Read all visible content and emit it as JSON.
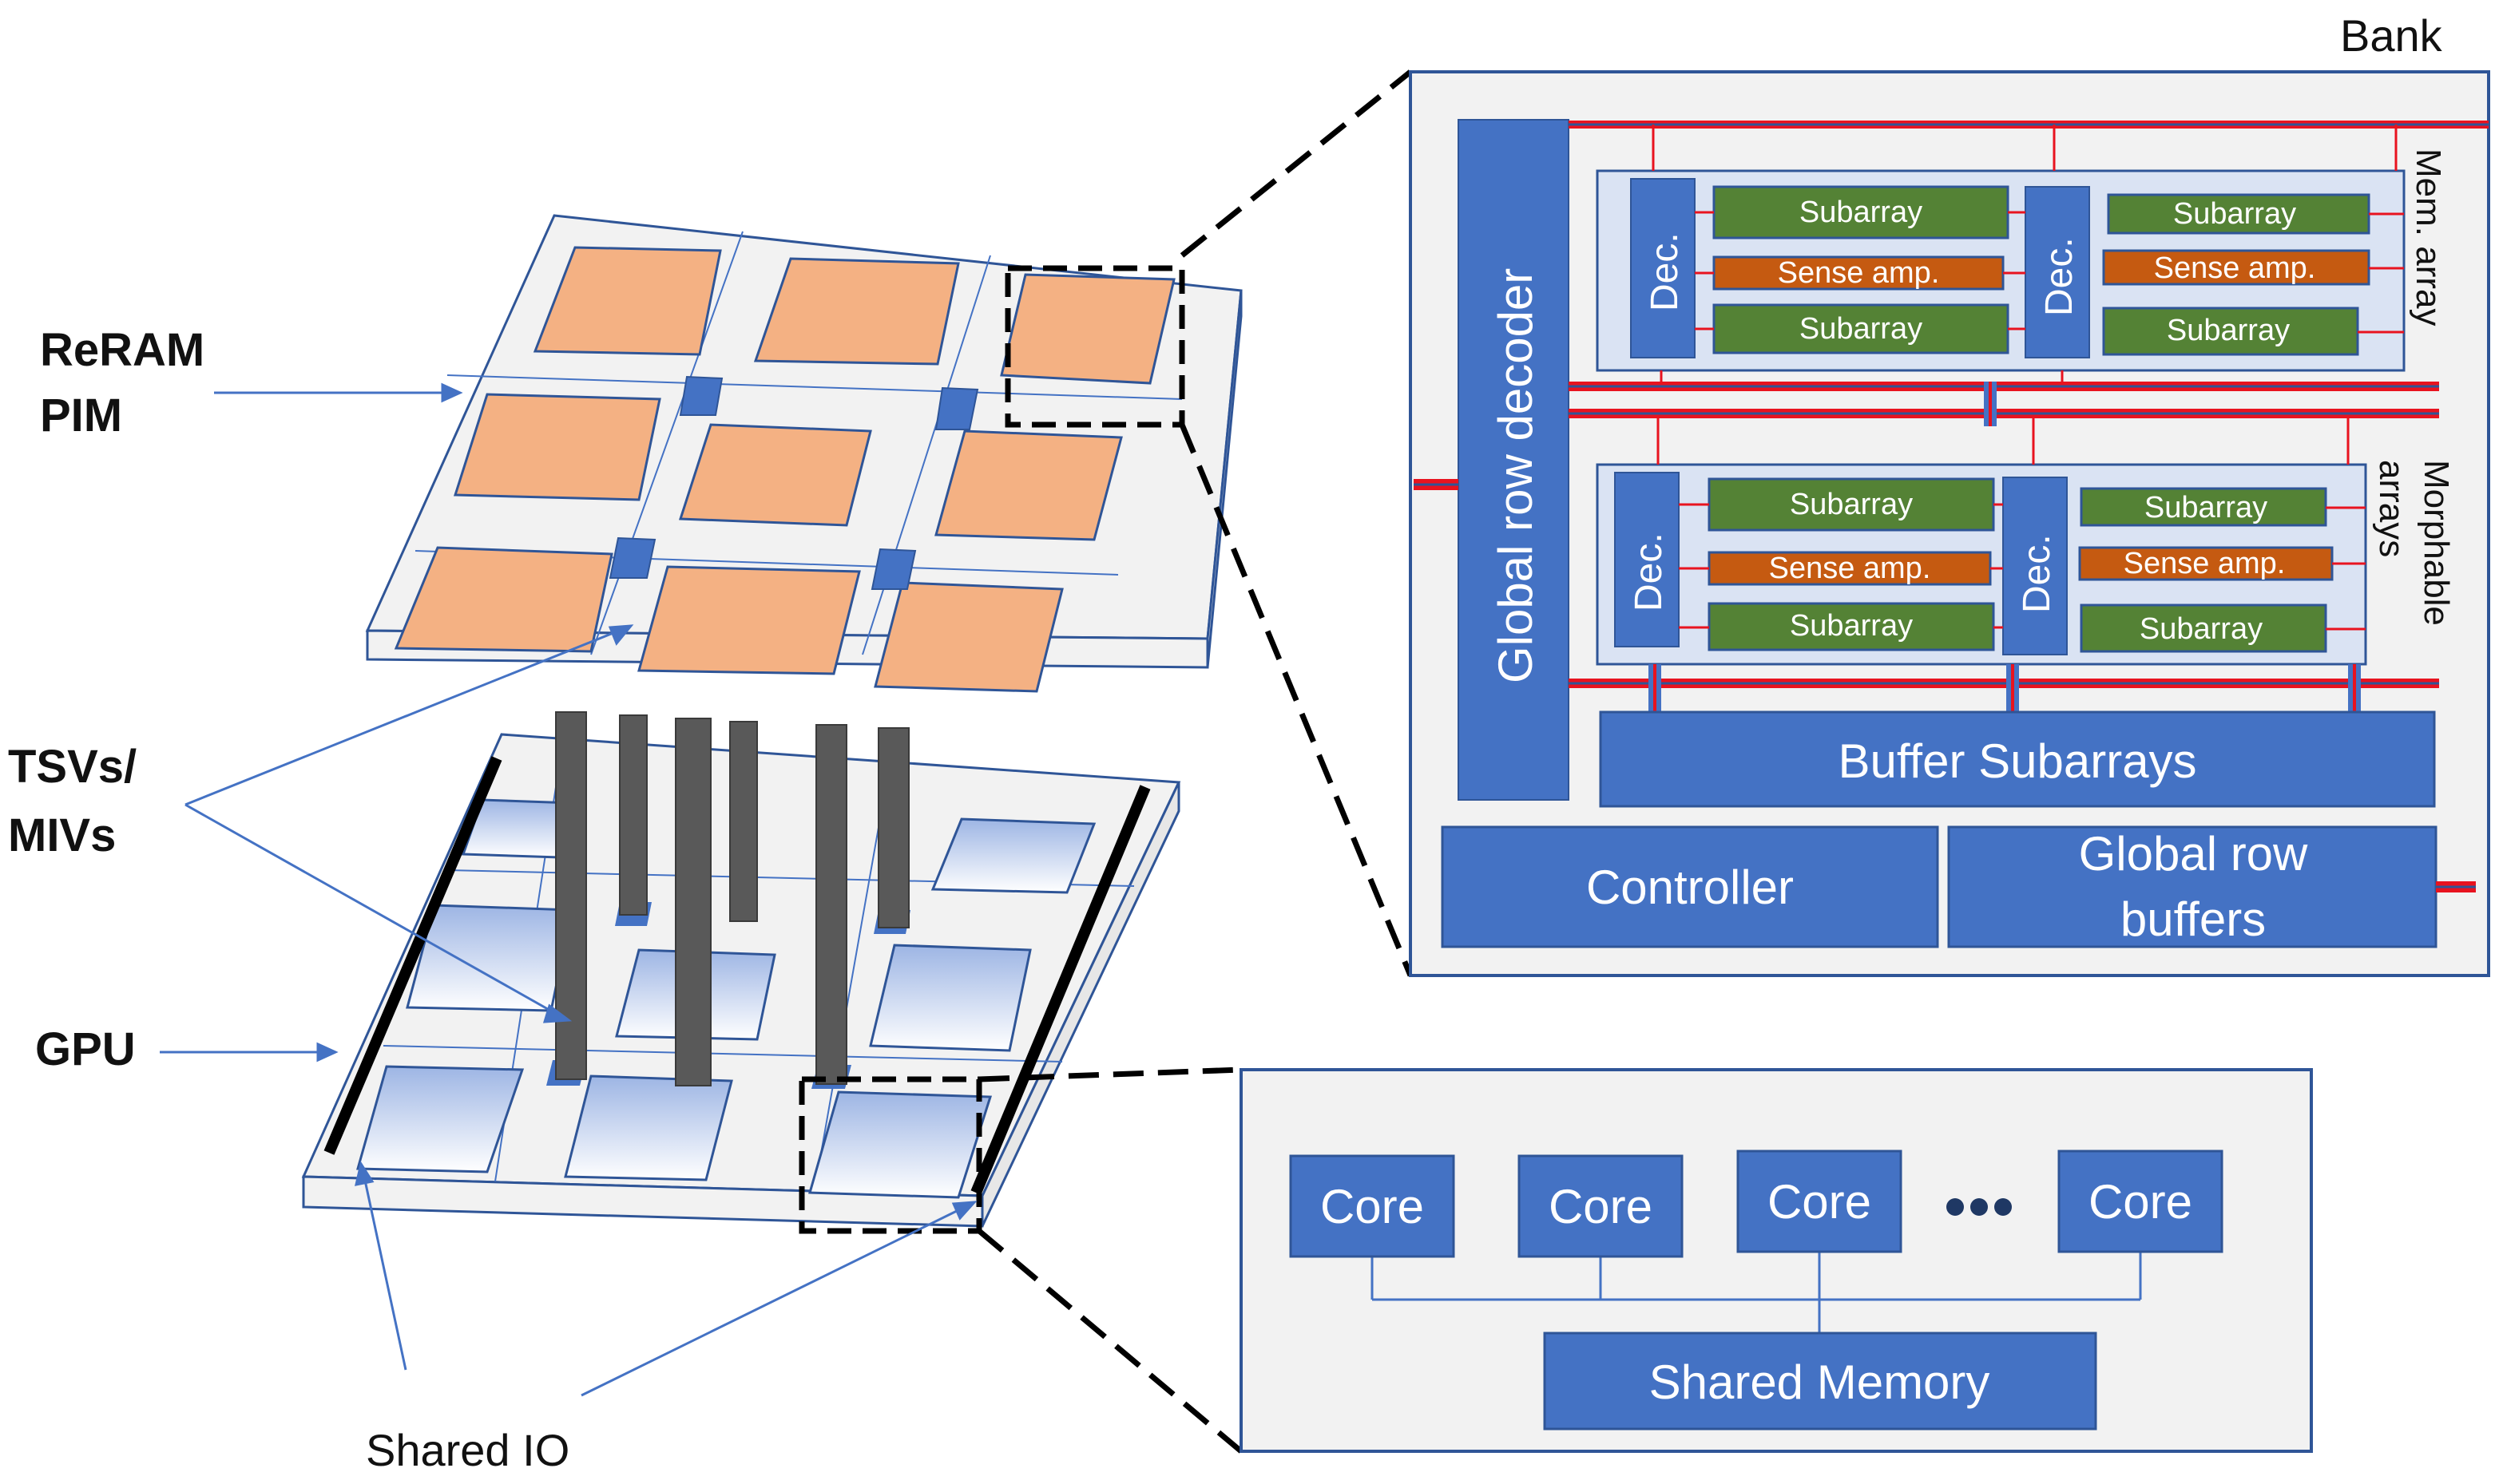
{
  "left": {
    "reram_label_line1": "ReRAM",
    "reram_label_line2": "PIM",
    "tsv_label_line1": "TSVs/",
    "tsv_label_line2": "MIVs",
    "gpu_label": "GPU",
    "shared_io_label": "Shared IO"
  },
  "bank": {
    "title": "Bank",
    "global_row_decoder": "Global row decoder",
    "mem_array_label": "Mem. array",
    "morphable_line1": "Morphable",
    "morphable_line2": "arrays",
    "dec_label": "Dec.",
    "subarray_label": "Subarray",
    "sense_amp_label": "Sense amp.",
    "buffer_subarrays": "Buffer Subarrays",
    "controller": "Controller",
    "global_row_buffers_line1": "Global row",
    "global_row_buffers_line2": "buffers"
  },
  "gpu_detail": {
    "cores": [
      "Core",
      "Core",
      "Core",
      "Core"
    ],
    "shared_memory": "Shared Memory"
  },
  "colors": {
    "blue_box": "#4472C4",
    "blue_border": "#2F5597",
    "green": "#548235",
    "orange": "#C55A11",
    "red_bus": "#E8131F",
    "panel_bg": "#F2F2F2",
    "light_panel": "#DAE3F3",
    "reram_tile": "#F4B183",
    "tsv_gray": "#595959"
  }
}
